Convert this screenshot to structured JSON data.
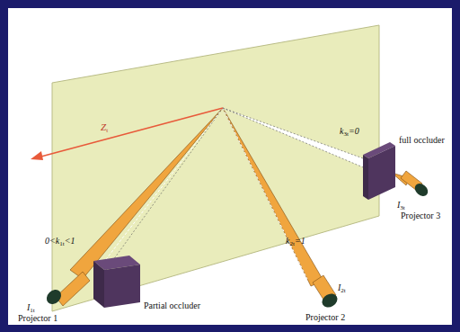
{
  "diagram": {
    "labels": [
      "Z",
      "t",
      "k",
      "3t",
      "=0",
      "full occluder",
      "I",
      "3t",
      "Projector 3",
      "0<k",
      "1t",
      "<1",
      "Partial occluder",
      "I",
      "1t",
      "Projector 1",
      "k",
      "2t",
      "=1",
      "I",
      "2t",
      "Projector 2"
    ]
  }
}
